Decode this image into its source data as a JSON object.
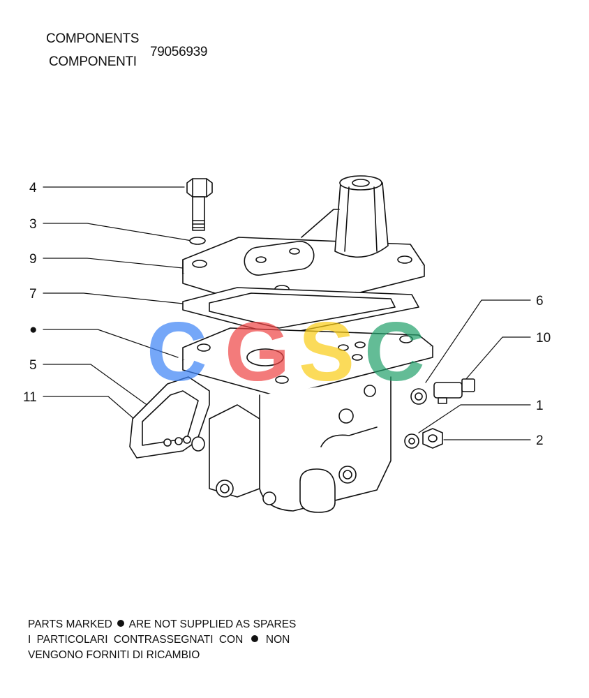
{
  "header": {
    "title_en": "COMPONENTS",
    "title_it": "COMPONENTI",
    "part_number": "79056939"
  },
  "callouts": [
    {
      "label": "4"
    },
    {
      "label": "3"
    },
    {
      "label": "9"
    },
    {
      "label": "7"
    },
    {
      "label": "●"
    },
    {
      "label": "5"
    },
    {
      "label": "11"
    },
    {
      "label": "6"
    },
    {
      "label": "10"
    },
    {
      "label": "1"
    },
    {
      "label": "2"
    }
  ],
  "watermark": {
    "text": "CGSC",
    "colors": [
      "#3b82f6",
      "#ef4444",
      "#facc15",
      "#22a06b"
    ]
  },
  "notes": {
    "line1_a": "PARTS MARKED",
    "line1_b": "ARE NOT SUPPLIED AS SPARES",
    "line2_a": "I  PARTICOLARI  CONTRASSEGNATI  CON",
    "line2_b": "NON",
    "line3": "VENGONO FORNITI DI RICAMBIO"
  }
}
